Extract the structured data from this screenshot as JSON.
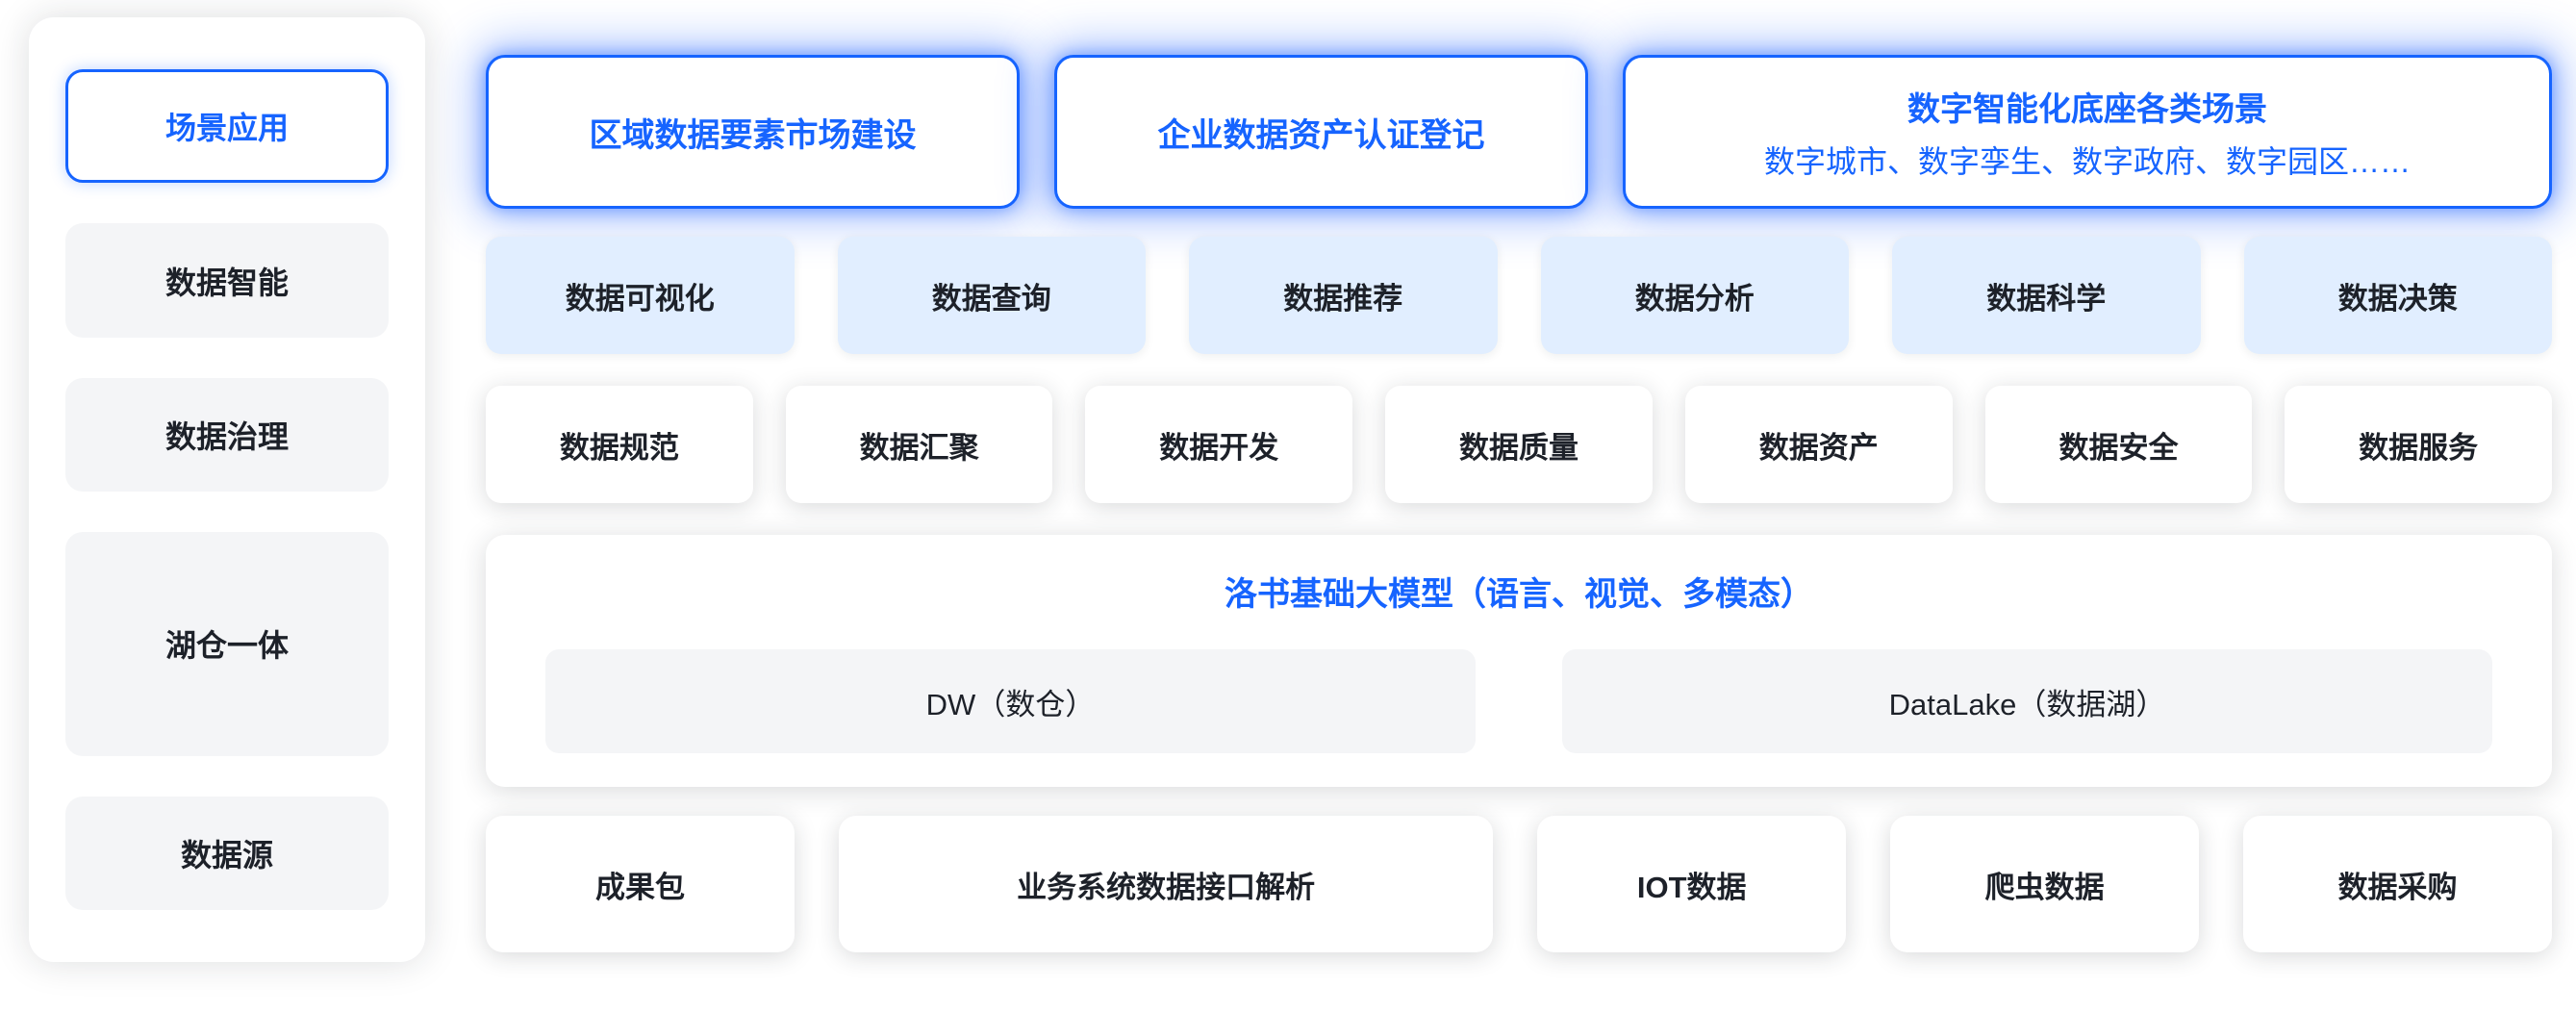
{
  "colors": {
    "accent_blue": "#1664FF",
    "light_blue_box": "#E1EEFF",
    "gray_box": "#F4F5F7",
    "text_dark": "#1D2129",
    "background": "#FFFFFF"
  },
  "sidebar": {
    "items": [
      {
        "label": "场景应用",
        "variant": "active"
      },
      {
        "label": "数据智能",
        "variant": "default"
      },
      {
        "label": "数据治理",
        "variant": "default"
      },
      {
        "label": "湖仓一体",
        "variant": "tall"
      },
      {
        "label": "数据源",
        "variant": "default"
      }
    ]
  },
  "top_row": {
    "items": [
      {
        "title": "区域数据要素市场建设"
      },
      {
        "title": "企业数据资产认证登记"
      },
      {
        "title": "数字智能化底座各类场景",
        "subtitle": "数字城市、数字孪生、数字政府、数字园区……"
      }
    ]
  },
  "application_row": [
    "数据可视化",
    "数据查询",
    "数据推荐",
    "数据分析",
    "数据科学",
    "数据决策"
  ],
  "capability_row": [
    "数据规范",
    "数据汇聚",
    "数据开发",
    "数据质量",
    "数据资产",
    "数据安全",
    "数据服务"
  ],
  "model_section": {
    "title": "洛书基础大模型（语言、视觉、多模态）",
    "items": [
      "DW（数仓）",
      "DataLake（数据湖）"
    ]
  },
  "source_row": [
    "成果包",
    "业务系统数据接口解析",
    "IOT数据",
    "爬虫数据",
    "数据采购"
  ]
}
